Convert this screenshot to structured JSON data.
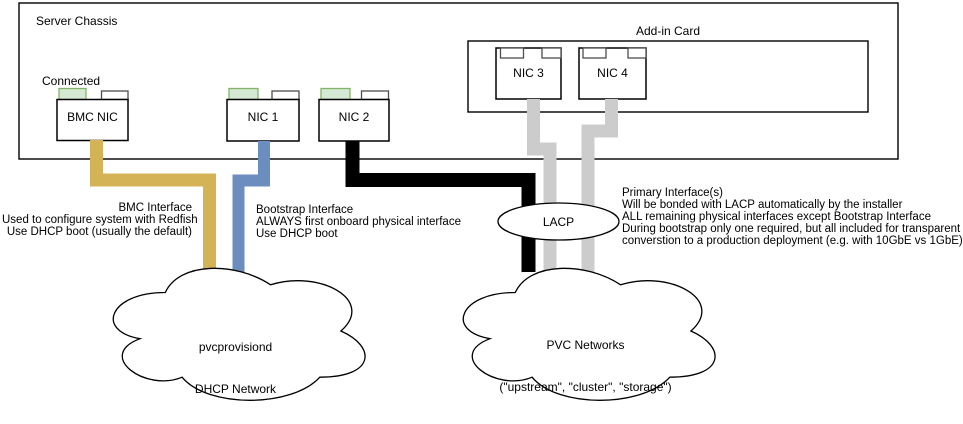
{
  "diagram": {
    "chassis_label": "Server Chassis",
    "connected_label": "Connected",
    "addin_card_label": "Add-in Card",
    "nics": {
      "bmc": "BMC NIC",
      "nic1": "NIC 1",
      "nic2": "NIC 2",
      "nic3": "NIC 3",
      "nic4": "NIC 4"
    },
    "lacp_label": "LACP",
    "clouds": {
      "dhcp": {
        "line1": "pvcprovisiond",
        "line2": "DHCP Network"
      },
      "pvc": {
        "line1": "PVC Networks",
        "line2": "(\"upstream\", \"cluster\", \"storage\")"
      }
    },
    "annotations": {
      "bmc": {
        "lines": [
          "BMC Interface",
          "Used to configure system with Redfish",
          "Use DHCP boot (usually the default)"
        ]
      },
      "bootstrap": {
        "lines": [
          "Bootstrap Interface",
          "ALWAYS first onboard physical interface",
          "Use DHCP boot"
        ]
      },
      "primary": {
        "lines": [
          "Primary Interface(s)",
          "Will be bonded with LACP automatically by the installer",
          "ALL remaining physical interfaces except Bootstrap Interface",
          "During bootstrap only one required, but all included for transparent",
          "converstion to a production deployment (e.g. with 10GbE vs 1GbE)"
        ]
      }
    },
    "colors": {
      "bmc_cable": "#d4b357",
      "bootstrap_cable": "#6c8ebf",
      "primary_cable": "#000000",
      "addin_cable": "#cccccc",
      "connected_port_fill": "#d5e8d4",
      "connected_port_border": "#82b366",
      "shape_stroke": "#000000"
    }
  }
}
